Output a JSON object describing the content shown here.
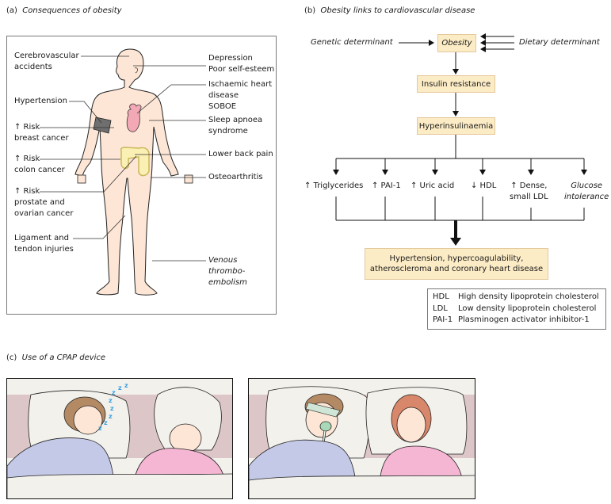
{
  "panel_a": {
    "title_prefix": "(a)",
    "title": "Consequences of obesity",
    "labels_left": [
      {
        "line1": "Cerebrovascular",
        "line2": "accidents"
      },
      {
        "line1": "Hypertension",
        "line2": ""
      },
      {
        "line1": "↑ Risk",
        "line2": "breast cancer"
      },
      {
        "line1": "↑ Risk",
        "line2": "colon cancer"
      },
      {
        "line1": "↑ Risk",
        "line2": "prostate and",
        "line3": "ovarian cancer"
      },
      {
        "line1": "Ligament and",
        "line2": "tendon injuries"
      }
    ],
    "labels_right": [
      {
        "line1": "Depression",
        "line2": "Poor self-esteem"
      },
      {
        "line1": "Ischaemic heart",
        "line2": "disease",
        "line3": "SOBOE"
      },
      {
        "line1": "Sleep apnoea",
        "line2": "syndrome"
      },
      {
        "line1": "Lower back pain"
      },
      {
        "line1": "Osteoarthritis"
      },
      {
        "line1": "Venous",
        "line2": "thrombo-",
        "line3": "embolism"
      }
    ],
    "colors": {
      "skin": "#fde6d6",
      "heart": "#f2a9b5",
      "colon": "#fbf0b4",
      "cuff": "#6f6f6f"
    }
  },
  "panel_b": {
    "title_prefix": "(b)",
    "title": "Obesity links to cardiovascular disease",
    "genetic": "Genetic determinant",
    "dietary": "Dietary determinant",
    "obesity": "Obesity",
    "insulin_resistance": "Insulin resistance",
    "hyperinsulinaemia": "Hyperinsulinaemia",
    "effects": [
      {
        "line1": "↑ Triglycerides",
        "line2": ""
      },
      {
        "line1": "↑ PAI-1",
        "line2": ""
      },
      {
        "line1": "↑ Uric acid",
        "line2": ""
      },
      {
        "line1": "↓ HDL",
        "line2": ""
      },
      {
        "line1": "↑ Dense,",
        "line2": "small LDL"
      },
      {
        "line1": "Glucose",
        "line2": "intolerance"
      }
    ],
    "outcome_line1": "Hypertension, hypercoagulability,",
    "outcome_line2": "atheroscleroma and coronary heart disease",
    "legend": [
      {
        "abbr": "HDL",
        "text": "High density lipoprotein cholesterol"
      },
      {
        "abbr": "LDL",
        "text": "Low density lipoprotein cholesterol"
      },
      {
        "abbr": "PAI-1",
        "text": "Plasminogen activator inhibitor-1"
      }
    ],
    "colors": {
      "box_fill": "#fcecc6",
      "box_border": "#e4c89a"
    }
  },
  "panel_c": {
    "title_prefix": "(c)",
    "title": "Use of a CPAP device",
    "snore_glyph": "z",
    "colors": {
      "headboard": "#dcc6c8",
      "sheet": "#f3f1ec",
      "man_shirt": "#c3c9e6",
      "woman_shirt": "#f4b6d2",
      "hair_man": "#b48a64",
      "hair_woman": "#d9876a",
      "snore": "#3aa0e0",
      "mask": "#a8d8b8"
    }
  }
}
